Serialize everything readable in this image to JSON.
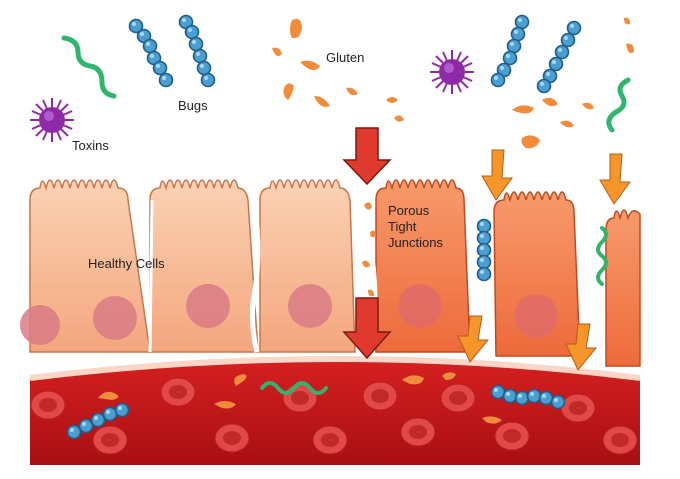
{
  "labels": {
    "toxins": "Toxins",
    "bugs": "Bugs",
    "gluten": "Gluten",
    "healthy_cells": "Healthy Cells",
    "porous_tight_junctions": "Porous\nTight\nJunctions"
  },
  "colors": {
    "healthy_cell": "#f6b28e",
    "inflamed_cell": "#f27d4e",
    "nucleus": "#d97b85",
    "blood_vessel": "#c4161c",
    "red_blood_cell": "#e04040",
    "gluten": "#f08c3c",
    "bacteria": "#4a9fd0",
    "toxin": "#8e2aa8",
    "worm": "#2fb56c",
    "arrow_red": "#e03a2e",
    "arrow_orange": "#f5952a"
  },
  "icons": [
    "toxin-icon",
    "bacteria-chain-icon",
    "gluten-fragment-icon",
    "worm-icon",
    "red-blood-cell-icon",
    "down-arrow-icon"
  ]
}
